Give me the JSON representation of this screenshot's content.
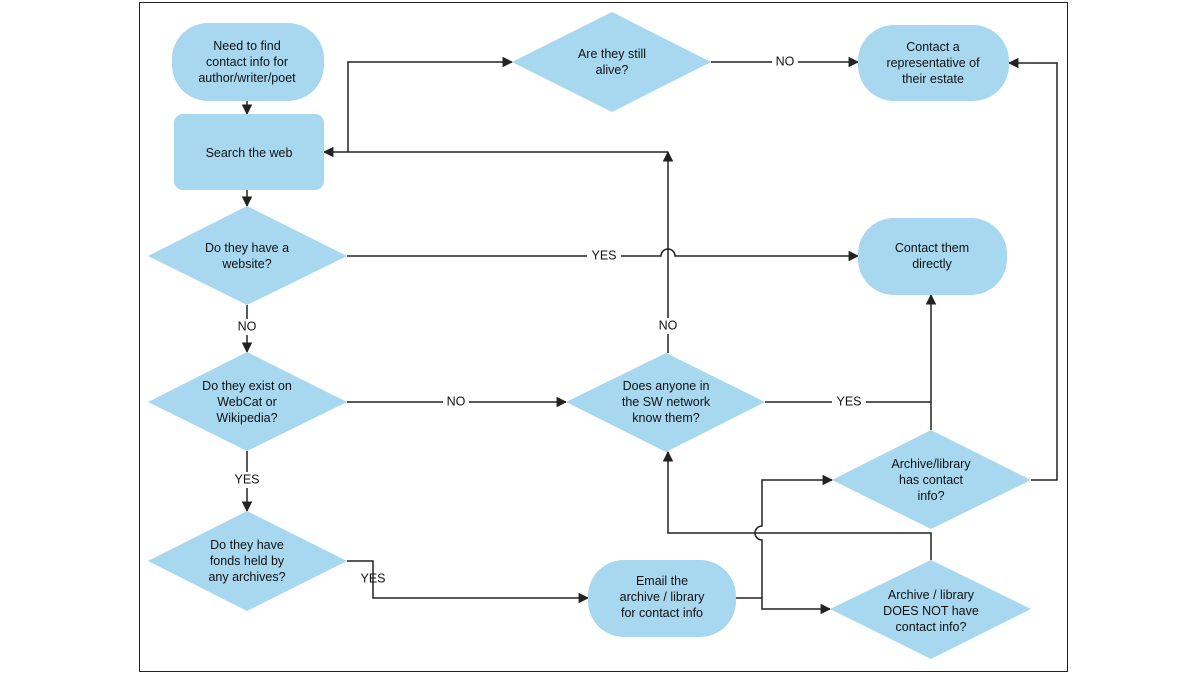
{
  "nodes": {
    "start": {
      "shape": "terminal",
      "lines": [
        "Need to find",
        "contact info for",
        "author/writer/poet"
      ]
    },
    "search_web": {
      "shape": "process",
      "lines": [
        "Search the web"
      ]
    },
    "still_alive": {
      "shape": "decision",
      "lines": [
        "Are they still",
        "alive?"
      ]
    },
    "contact_estate": {
      "shape": "terminal",
      "lines": [
        "Contact a",
        "representative of",
        "their estate"
      ]
    },
    "have_website": {
      "shape": "decision",
      "lines": [
        "Do they have a",
        "website?"
      ]
    },
    "contact_directly": {
      "shape": "terminal",
      "lines": [
        "Contact them",
        "directly"
      ]
    },
    "exist_webcat": {
      "shape": "decision",
      "lines": [
        "Do they exist on",
        "WebCat or",
        "Wikipedia?"
      ]
    },
    "sw_network": {
      "shape": "decision",
      "lines": [
        "Does anyone in",
        "the SW network",
        "know them?"
      ]
    },
    "archive_has": {
      "shape": "decision",
      "lines": [
        "Archive/library",
        "has contact",
        "info?"
      ]
    },
    "fonds_held": {
      "shape": "decision",
      "lines": [
        "Do they have",
        "fonds held by",
        "any archives?"
      ]
    },
    "email_archive": {
      "shape": "terminal",
      "lines": [
        "Email the",
        "archive / library",
        "for contact info"
      ]
    },
    "archive_not": {
      "shape": "decision",
      "lines": [
        "Archive / library",
        "DOES NOT have",
        "contact info?"
      ]
    }
  },
  "edge_labels": {
    "alive_no": "NO",
    "website_yes": "YES",
    "website_no": "NO",
    "webcat_no": "NO",
    "webcat_yes": "YES",
    "network_no": "NO",
    "network_yes": "YES",
    "fonds_yes": "YES"
  },
  "colors": {
    "shape_fill": "#a7d8f0",
    "line": "#222222",
    "text": "#111111"
  }
}
